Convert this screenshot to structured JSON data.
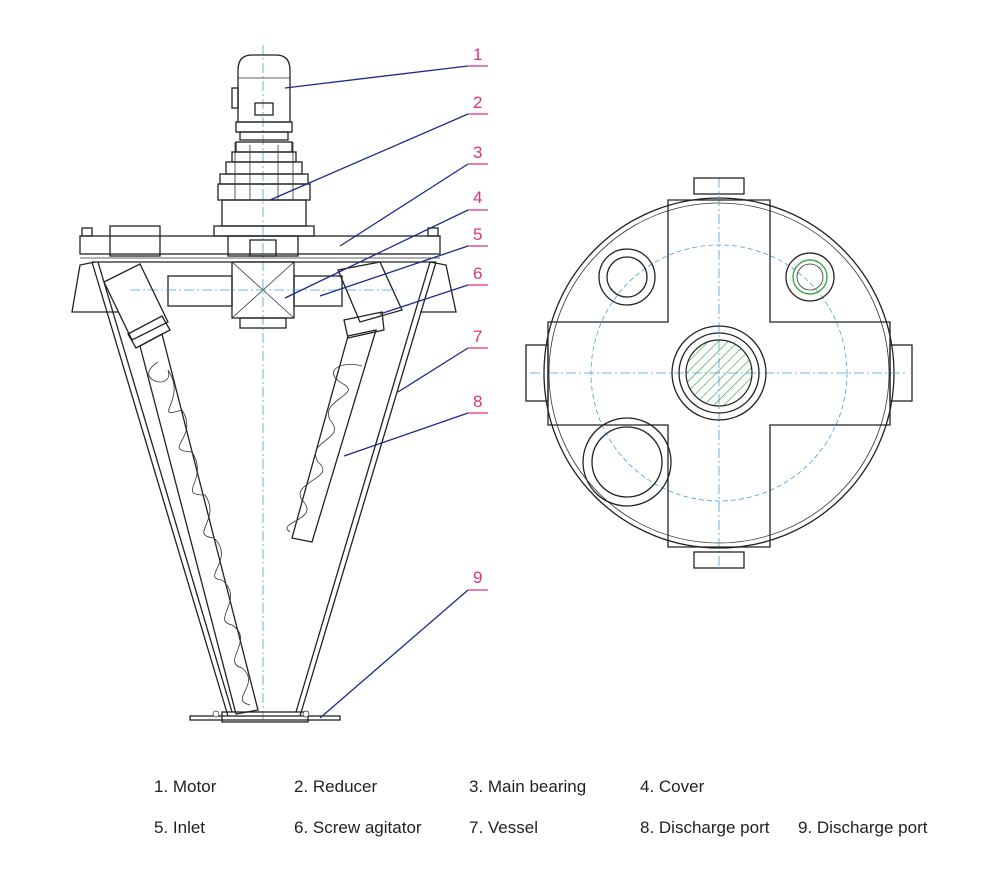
{
  "callouts": [
    "1",
    "2",
    "3",
    "4",
    "5",
    "6",
    "7",
    "8",
    "9"
  ],
  "legend": [
    "1. Motor",
    "2. Reducer",
    "3. Main bearing",
    "4. Cover",
    "5. Inlet",
    "6. Screw agitator",
    "7. Vessel",
    "8. Discharge port",
    "9. Discharge port"
  ],
  "colors": {
    "callout": "#e0327a",
    "leader": "#1c2a8a",
    "centerline": "#4aa0d8",
    "hatch": "#3aa84a"
  }
}
